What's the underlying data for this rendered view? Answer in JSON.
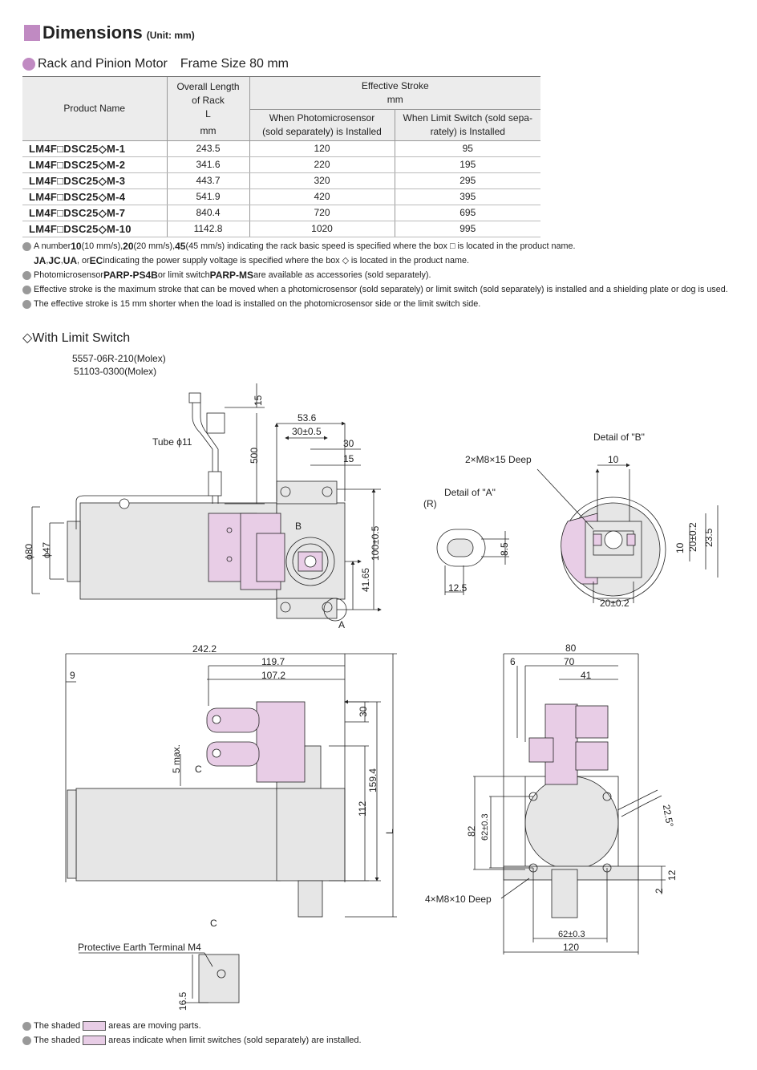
{
  "header": {
    "title": "Dimensions",
    "unit": "(Unit: mm)"
  },
  "section": {
    "title": "Rack and Pinion Motor",
    "frame": "Frame Size 80 mm"
  },
  "table": {
    "col_product": "Product Name",
    "col_length_1": "Overall Length",
    "col_length_2": "of Rack",
    "col_length_3": "L",
    "col_length_4": "mm",
    "col_stroke_1": "Effective Stroke",
    "col_stroke_2": "mm",
    "col_photo_1": "When Photomicrosensor",
    "col_photo_2": "(sold separately) is Installed",
    "col_limit_1": "When Limit Switch (sold sepa-",
    "col_limit_2": "rately) is Installed",
    "rows": [
      {
        "name": "LM4F□DSC25◇M-1",
        "length": "243.5",
        "photo": "120",
        "limit": "95"
      },
      {
        "name": "LM4F□DSC25◇M-2",
        "length": "341.6",
        "photo": "220",
        "limit": "195"
      },
      {
        "name": "LM4F□DSC25◇M-3",
        "length": "443.7",
        "photo": "320",
        "limit": "295"
      },
      {
        "name": "LM4F□DSC25◇M-4",
        "length": "541.9",
        "photo": "420",
        "limit": "395"
      },
      {
        "name": "LM4F□DSC25◇M-7",
        "length": "840.4",
        "photo": "720",
        "limit": "695"
      },
      {
        "name": "LM4F□DSC25◇M-10",
        "length": "1142.8",
        "photo": "1020",
        "limit": "995"
      }
    ]
  },
  "notes": {
    "n1_a": "A number ",
    "n1_b1": "10",
    "n1_c": " (10 mm/s), ",
    "n1_b2": "20",
    "n1_d": " (20 mm/s), ",
    "n1_b3": "45",
    "n1_e": " (45 mm/s) indicating the rack basic speed is specified where the box □ is located in the product name.",
    "n2_b1": "JA",
    "n2_s1": ", ",
    "n2_b2": "JC",
    "n2_s2": ", ",
    "n2_b3": "UA",
    "n2_s3": ", or ",
    "n2_b4": "EC",
    "n2_e": " indicating the power supply voltage is specified where the box ◇ is located in the product name.",
    "n3_a": "Photomicrosensor ",
    "n3_b1": "PARP-PS4B",
    "n3_c": " or limit switch ",
    "n3_b2": "PARP-MS",
    "n3_d": " are available as accessories (sold separately).",
    "n4": "Effective stroke is the maximum stroke that can be moved when a photomicrosensor (sold separately) or limit switch (sold separately) is installed and a shielding plate or dog is used.",
    "n5": "The effective stroke is 15 mm shorter when the load is installed on the photomicrosensor side or the limit switch side."
  },
  "drawing_title": "◇With Limit Switch",
  "drawing": {
    "connector1": "5557-06R-210(Molex)",
    "connector2": "51103-0300(Molex)",
    "tube": "Tube ϕ11",
    "d15": "15",
    "d500": "500",
    "d53_6": "53.6",
    "d30_05": "30±0.5",
    "d30": "30",
    "d15b": "15",
    "phi80": "ϕ80",
    "phi47": "ϕ47",
    "d100": "100±0.5",
    "d41_65": "41.65",
    "lblB": "B",
    "lblA": "A",
    "detailA": "Detail of \"A\"",
    "lblR": "(R)",
    "d8_5": "8.5",
    "d12_5": "12.5",
    "detailB": "Detail of \"B\"",
    "m8_15": "2×M8×15 Deep",
    "d10": "10",
    "d20_02": "20±0.2",
    "d23_5": "23.5",
    "d10b": "10",
    "d20b": "20±0.2",
    "d242_2": "242.2",
    "d119_7": "119.7",
    "d107_2": "107.2",
    "d9": "9",
    "d30c": "30",
    "d5max": "5 max.",
    "lblC": "C",
    "d159_4": "159.4",
    "d112": "112",
    "lblL": "L",
    "lblC2": "C",
    "d80": "80",
    "d70": "70",
    "d6": "6",
    "d41": "41",
    "d22_5": "22.5°",
    "d82": "82",
    "d62_03": "62±0.3",
    "d12": "12",
    "d2": "2",
    "m8_10": "4×M8×10 Deep",
    "d62b": "62±0.3",
    "d120": "120",
    "pe": "Protective Earth Terminal M4",
    "d16_5": "16.5"
  },
  "legend": {
    "l1_a": "The shaded",
    "l1_b": "areas are moving parts.",
    "l2_a": "The shaded",
    "l2_b": "areas indicate when limit switches (sold separately) are installed."
  },
  "colors": {
    "accent": "#c08ac2",
    "shade_moving": "#e8cde6",
    "shade_body": "#e6e6e6"
  }
}
